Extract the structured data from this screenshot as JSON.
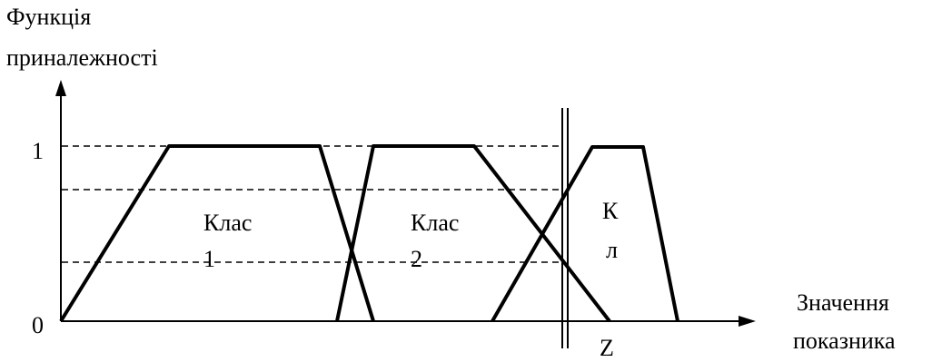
{
  "y_axis": {
    "title_line1": "Функція",
    "title_line2": "приналежності"
  },
  "x_axis": {
    "title_line1": "Значення",
    "title_line2": "показника"
  },
  "ticks": {
    "zero": "0",
    "one": "1"
  },
  "marker": {
    "label": "Z"
  },
  "classes": [
    {
      "line1": "Клас",
      "line2": "1"
    },
    {
      "line1": "Клас",
      "line2": "2"
    },
    {
      "line1": "К",
      "line2": "л"
    }
  ]
}
